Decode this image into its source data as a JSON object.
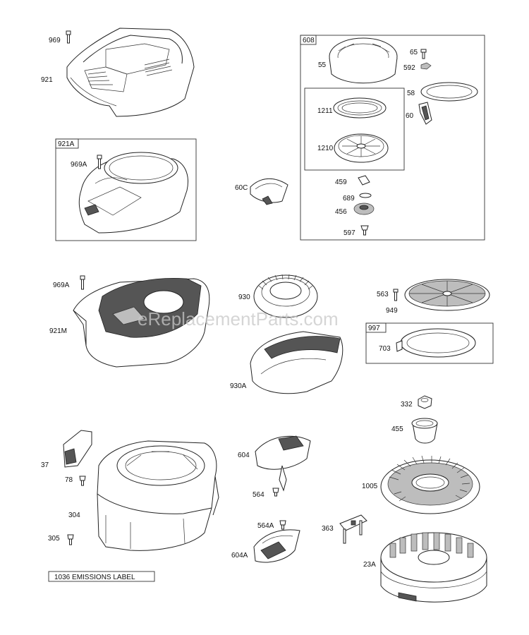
{
  "watermark": "eReplacementParts.com",
  "boxes": {
    "b921A": "921A",
    "b608": "608",
    "b997": "997"
  },
  "labels": {
    "l969": "969",
    "l921": "921",
    "l969A_1": "969A",
    "l608": "608",
    "l55": "55",
    "l65": "65",
    "l592": "592",
    "l58": "58",
    "l60": "60",
    "l1211": "1211",
    "l1210": "1210",
    "l60C": "60C",
    "l459": "459",
    "l689": "689",
    "l456": "456",
    "l597": "597",
    "l969A_2": "969A",
    "l921M": "921M",
    "l930": "930",
    "l930A": "930A",
    "l563": "563",
    "l949": "949",
    "l703": "703",
    "l332": "332",
    "l455": "455",
    "l37": "37",
    "l78": "78",
    "l304": "304",
    "l305": "305",
    "l604": "604",
    "l564": "564",
    "l564A": "564A",
    "l604A": "604A",
    "l363": "363",
    "l1005": "1005",
    "l23A": "23A"
  },
  "emissions_label": "1036 EMISSIONS LABEL"
}
